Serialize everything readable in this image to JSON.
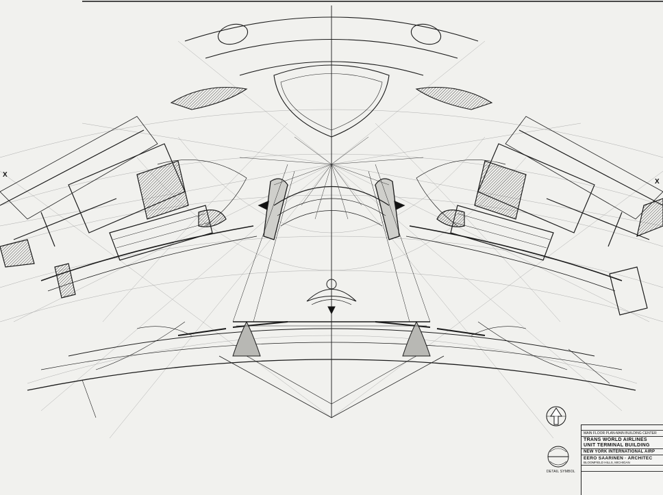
{
  "drawing": {
    "section_marker_left": "X",
    "section_marker_right": "X"
  },
  "title_block": {
    "sheet_title": "MAIN FLOOR PLAN-MAIN BUILDING CENTER",
    "client_line1": "TRANS WORLD AIRLINES",
    "client_line2": "UNIT TERMINAL BUILDING",
    "project": "NEW YORK INTERNATIONAL AIRP",
    "architect": "EERO SAARINEN · ARCHITEC",
    "location": "BLOOMFIELD HILLS, MICHIGAN"
  },
  "detail_symbol_label": "DETAIL SYMBOL",
  "colors": {
    "paper": "#f1f1ee",
    "ink": "#1a1a1a",
    "faint_ink": "#777777"
  }
}
